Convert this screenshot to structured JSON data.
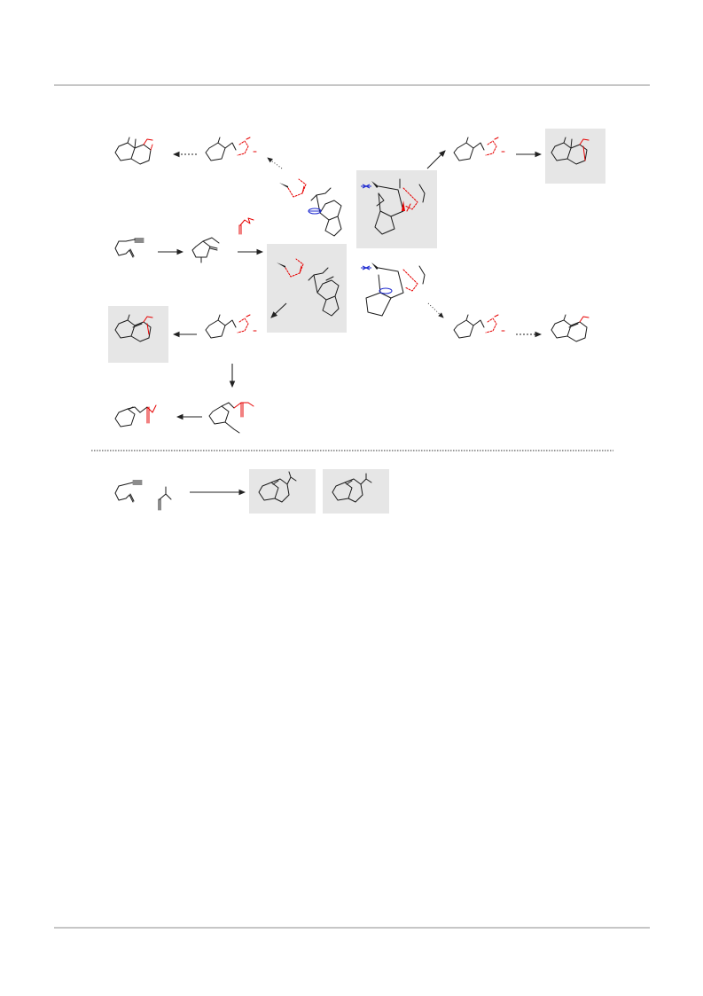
{
  "page": {
    "background": "#ffffff"
  },
  "colors": {
    "rule": "#c6c6c6",
    "highlight_box": "#e6e6e6",
    "bond": "#1a1a1a",
    "red_bond": "#e60000",
    "blue_interaction": "#1f2bd0"
  },
  "scheme": {
    "structures": [
      "enyne-starting-material",
      "bicyclic-diene",
      "tert-butyl-dienophile",
      "transition-state-a",
      "transition-state-b",
      "transition-state-c",
      "transition-state-d",
      "cycloadduct-top-left",
      "cycloadduct-top-right",
      "cycloadduct-mid-left",
      "cycloadduct-mid-right",
      "ester-adduct",
      "ester-product",
      "bottom-reactant-enyne",
      "bottom-reactant-diene",
      "bottom-product-1",
      "bottom-product-2"
    ],
    "arrows": [
      "solid",
      "dashed",
      "dotted"
    ]
  }
}
